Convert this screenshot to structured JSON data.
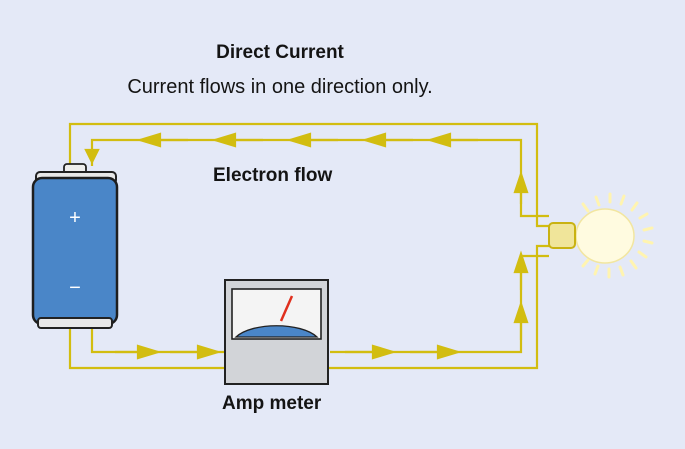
{
  "title": "Direct Current",
  "subtitle": "Current flows in one direction only.",
  "electron_flow_label": "Electron flow",
  "amp_meter_label": "Amp meter",
  "battery": {
    "positive": "+",
    "negative": "−"
  },
  "colors": {
    "background": "#e4e9f7",
    "wire": "#d2bd10",
    "battery_body": "#4a86c8",
    "meter_dial": "#4a86c8",
    "needle": "#e0301e",
    "bulb_glow": "#fffbe0"
  }
}
